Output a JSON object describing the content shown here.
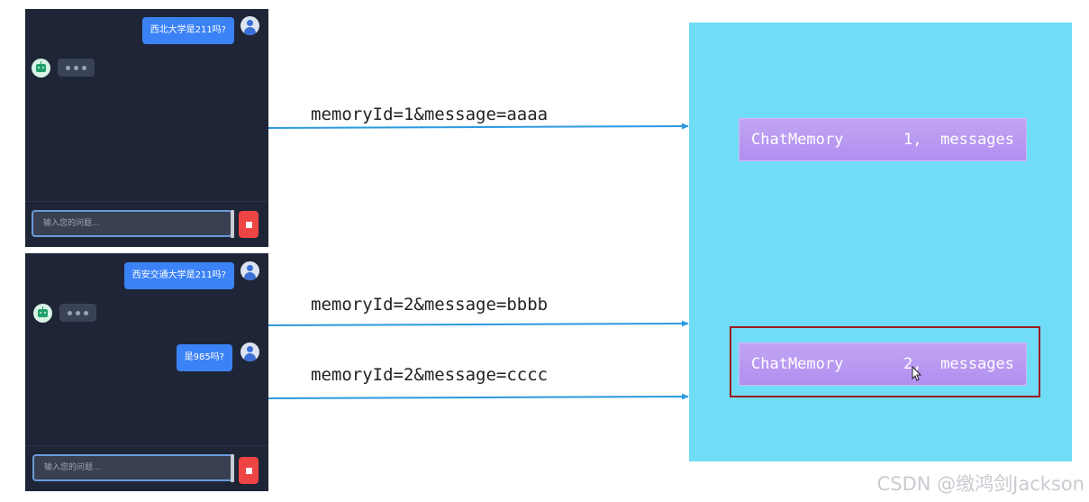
{
  "chats": [
    {
      "user_messages": [
        "西北大学是211吗?"
      ],
      "input_placeholder": "输入您的问题..."
    },
    {
      "user_messages": [
        "西安交通大学是211吗?",
        "是985吗?"
      ],
      "input_placeholder": "输入您的问题..."
    }
  ],
  "arrows": [
    {
      "label": "memoryId=1&message=aaaa"
    },
    {
      "label": "memoryId=2&message=bbbb"
    },
    {
      "label": "memoryId=2&message=cccc"
    }
  ],
  "server": {
    "memories": [
      {
        "name": "ChatMemory",
        "id": "1,",
        "messages": "messages"
      },
      {
        "name": "ChatMemory",
        "id": "2,",
        "messages": "messages"
      }
    ]
  },
  "watermark": "CSDN @缴鸿剑Jackson",
  "colors": {
    "chat_bg": "#1e2536",
    "user_bubble": "#3b82f6",
    "stop_button": "#ef4444",
    "arrow": "#2b9be0",
    "server_bg": "#70dcf6",
    "memory_box": "#b99bf1",
    "highlight_border": "#9e1b1f"
  }
}
